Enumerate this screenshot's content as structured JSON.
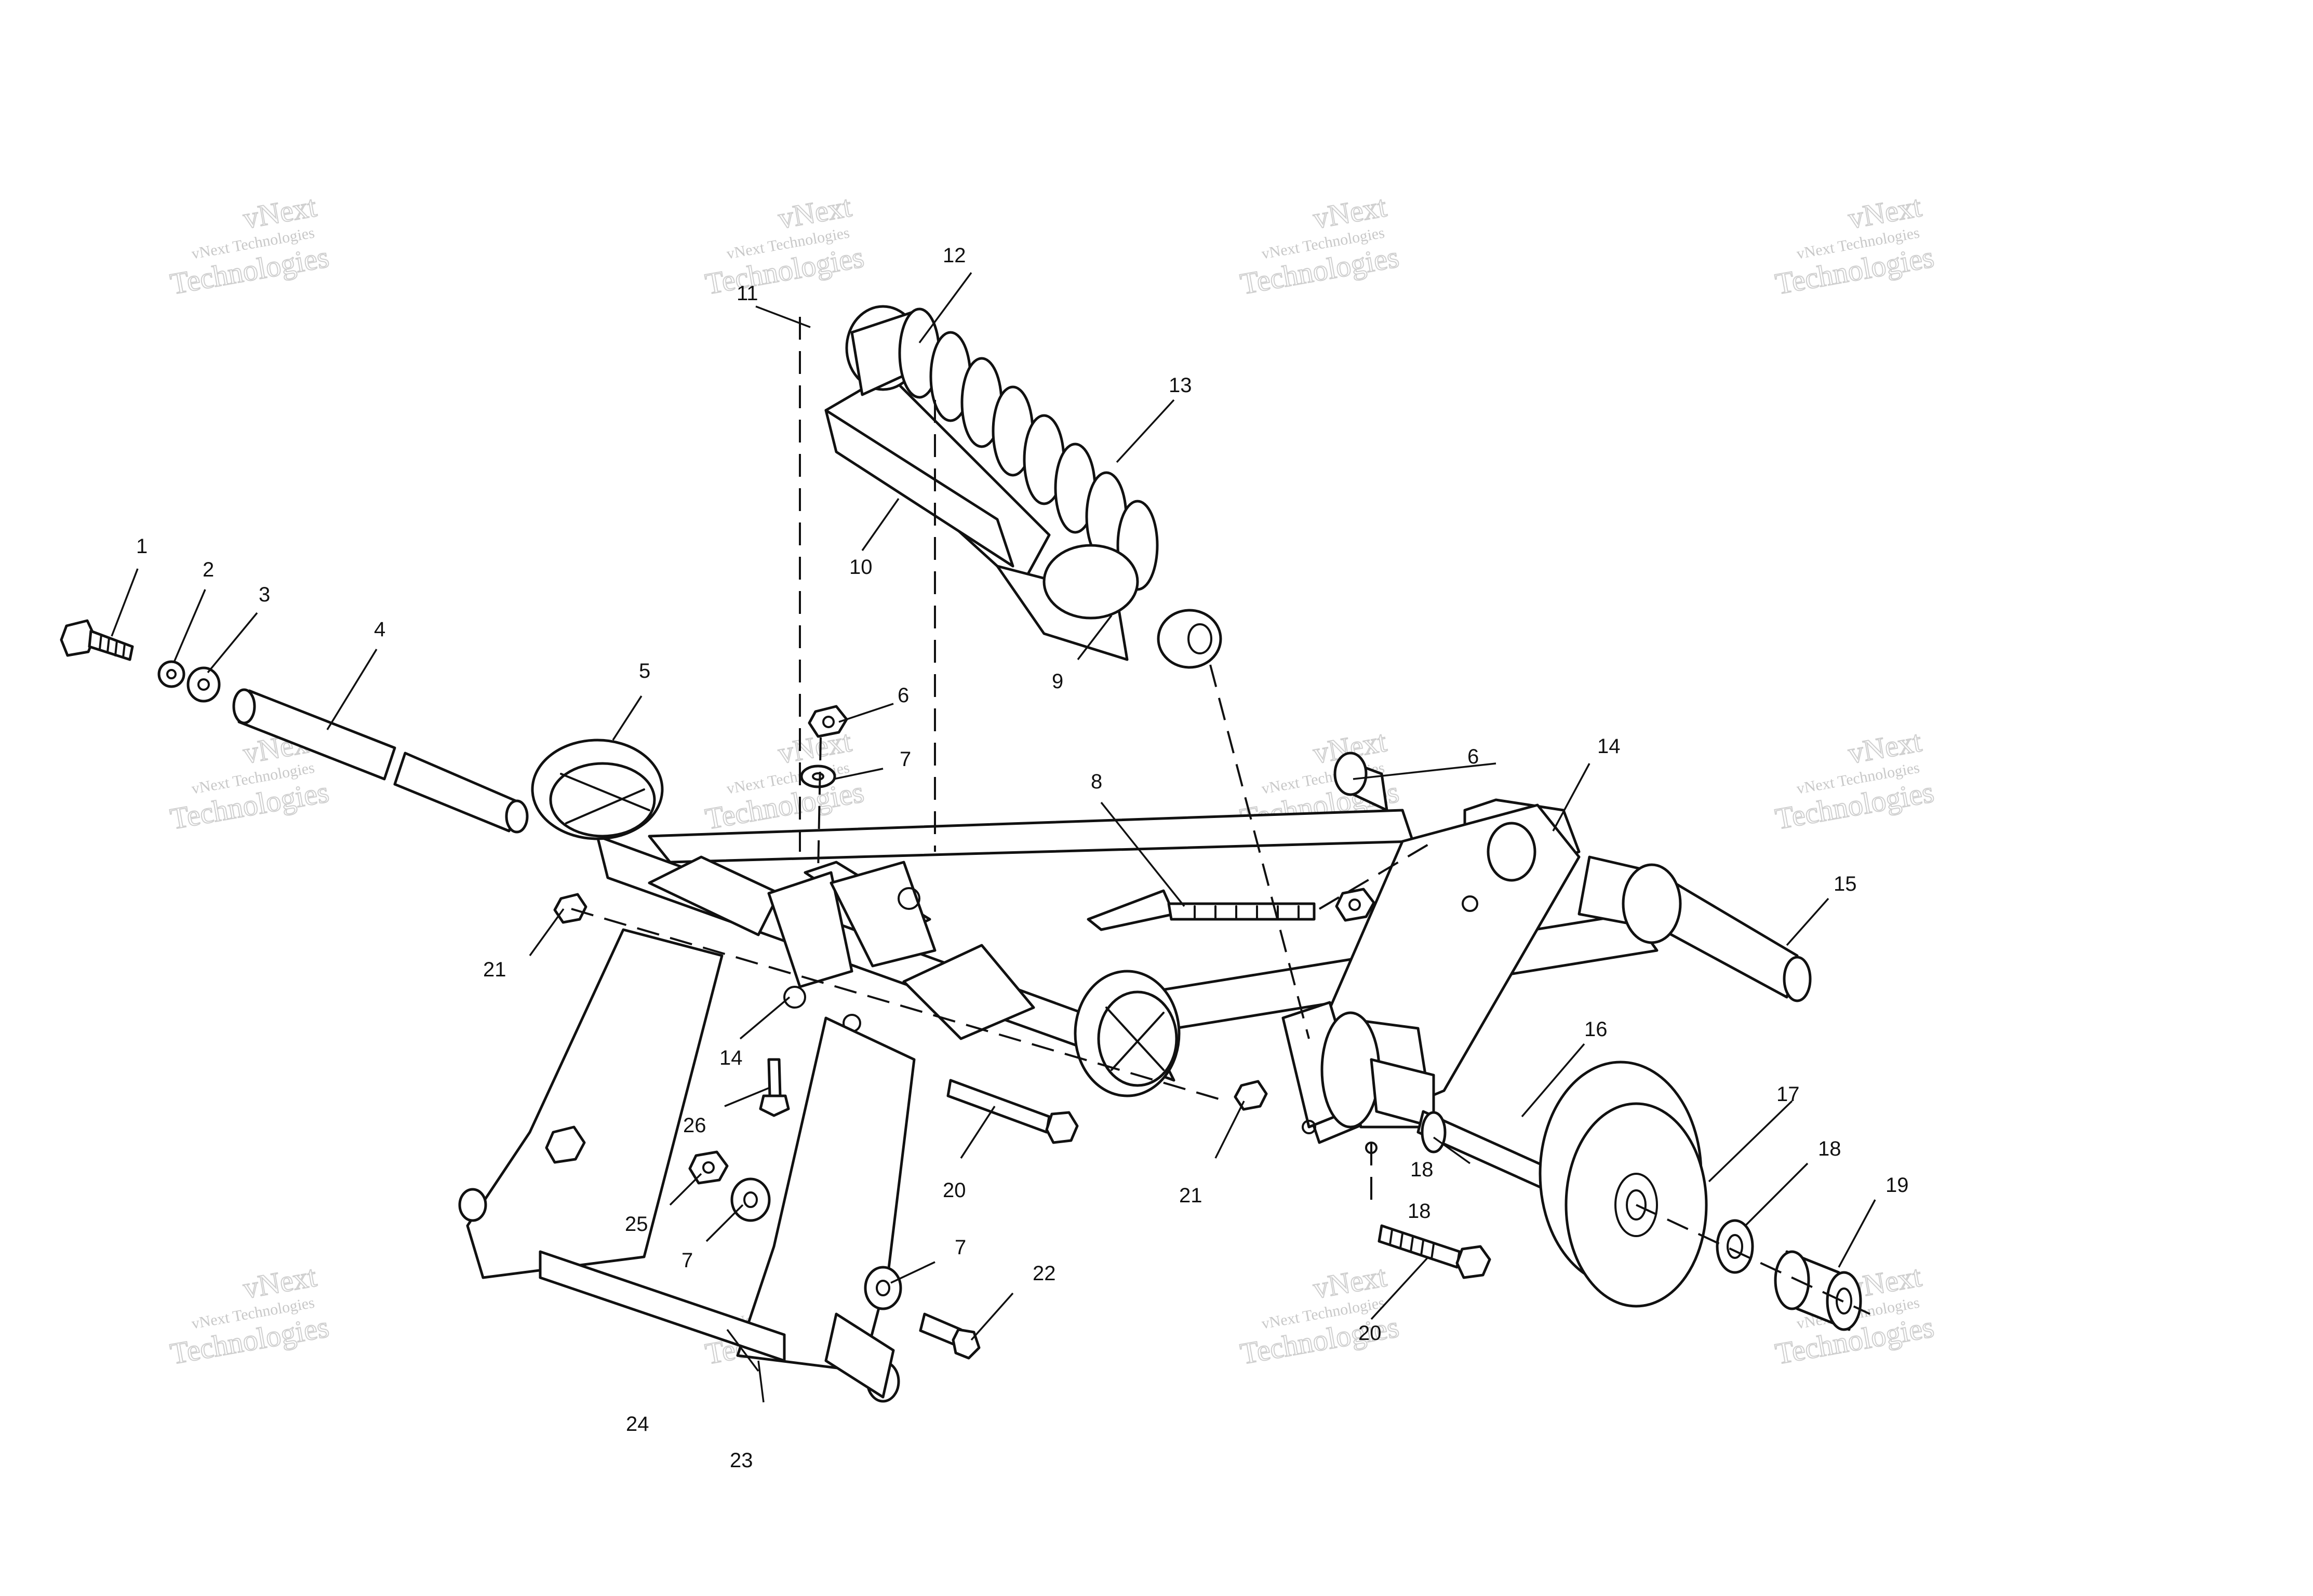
{
  "watermark": {
    "line1": "vNext",
    "line2": "vNext Technologies",
    "line3": "Technologies"
  },
  "callouts": [
    {
      "id": "c1",
      "label": "1"
    },
    {
      "id": "c2",
      "label": "2"
    },
    {
      "id": "c3",
      "label": "3"
    },
    {
      "id": "c4",
      "label": "4"
    },
    {
      "id": "c5",
      "label": "5"
    },
    {
      "id": "c6a",
      "label": "6"
    },
    {
      "id": "c6b",
      "label": "6"
    },
    {
      "id": "c7a",
      "label": "7"
    },
    {
      "id": "c7b",
      "label": "7"
    },
    {
      "id": "c7c",
      "label": "7"
    },
    {
      "id": "c8",
      "label": "8"
    },
    {
      "id": "c9",
      "label": "9"
    },
    {
      "id": "c10",
      "label": "10"
    },
    {
      "id": "c11",
      "label": "11"
    },
    {
      "id": "c12",
      "label": "12"
    },
    {
      "id": "c13",
      "label": "13"
    },
    {
      "id": "c14a",
      "label": "14"
    },
    {
      "id": "c14b",
      "label": "14"
    },
    {
      "id": "c15",
      "label": "15"
    },
    {
      "id": "c16",
      "label": "16"
    },
    {
      "id": "c17",
      "label": "17"
    },
    {
      "id": "c18a",
      "label": "18"
    },
    {
      "id": "c18b",
      "label": "18"
    },
    {
      "id": "c18c",
      "label": "18"
    },
    {
      "id": "c19",
      "label": "19"
    },
    {
      "id": "c20a",
      "label": "20"
    },
    {
      "id": "c20b",
      "label": "20"
    },
    {
      "id": "c21a",
      "label": "21"
    },
    {
      "id": "c21b",
      "label": "21"
    },
    {
      "id": "c22",
      "label": "22"
    },
    {
      "id": "c23",
      "label": "23"
    },
    {
      "id": "c24",
      "label": "24"
    },
    {
      "id": "c25",
      "label": "25"
    },
    {
      "id": "c26",
      "label": "26"
    }
  ]
}
